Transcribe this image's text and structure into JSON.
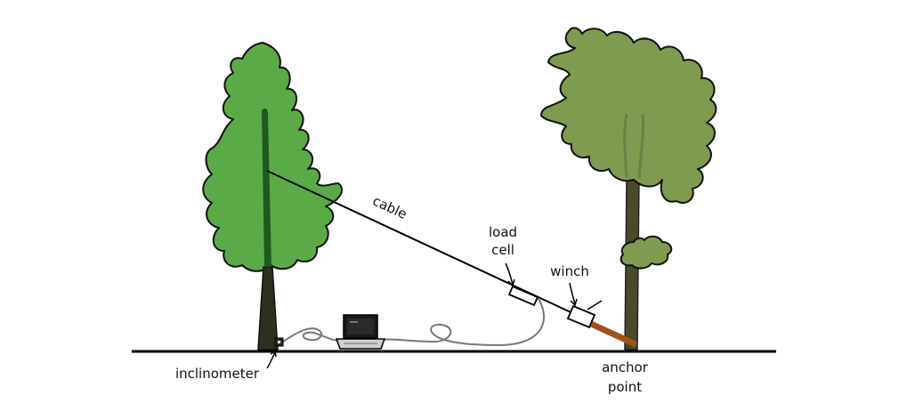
{
  "labels": {
    "cable": "cable",
    "load_cell_line1": "load",
    "load_cell_line2": "cell",
    "winch": "winch",
    "inclinometer": "inclinometer",
    "anchor_line1": "anchor",
    "anchor_line2": "point"
  },
  "colors": {
    "test_tree_canopy": "#5aab47",
    "test_tree_trunk": "#2f2f1f",
    "test_tree_trunk_inner": "#1e5a1e",
    "anchor_tree_canopy": "#7e9b4f",
    "anchor_tree_trunk": "#4a4a2a",
    "anchor_strap": "#a0521e",
    "ground": "#000000",
    "data_wire": "#777777",
    "laptop": "#222222"
  },
  "icons": [
    "laptop-icon",
    "inclinometer-sensor-icon",
    "load-cell-icon",
    "winch-icon"
  ]
}
